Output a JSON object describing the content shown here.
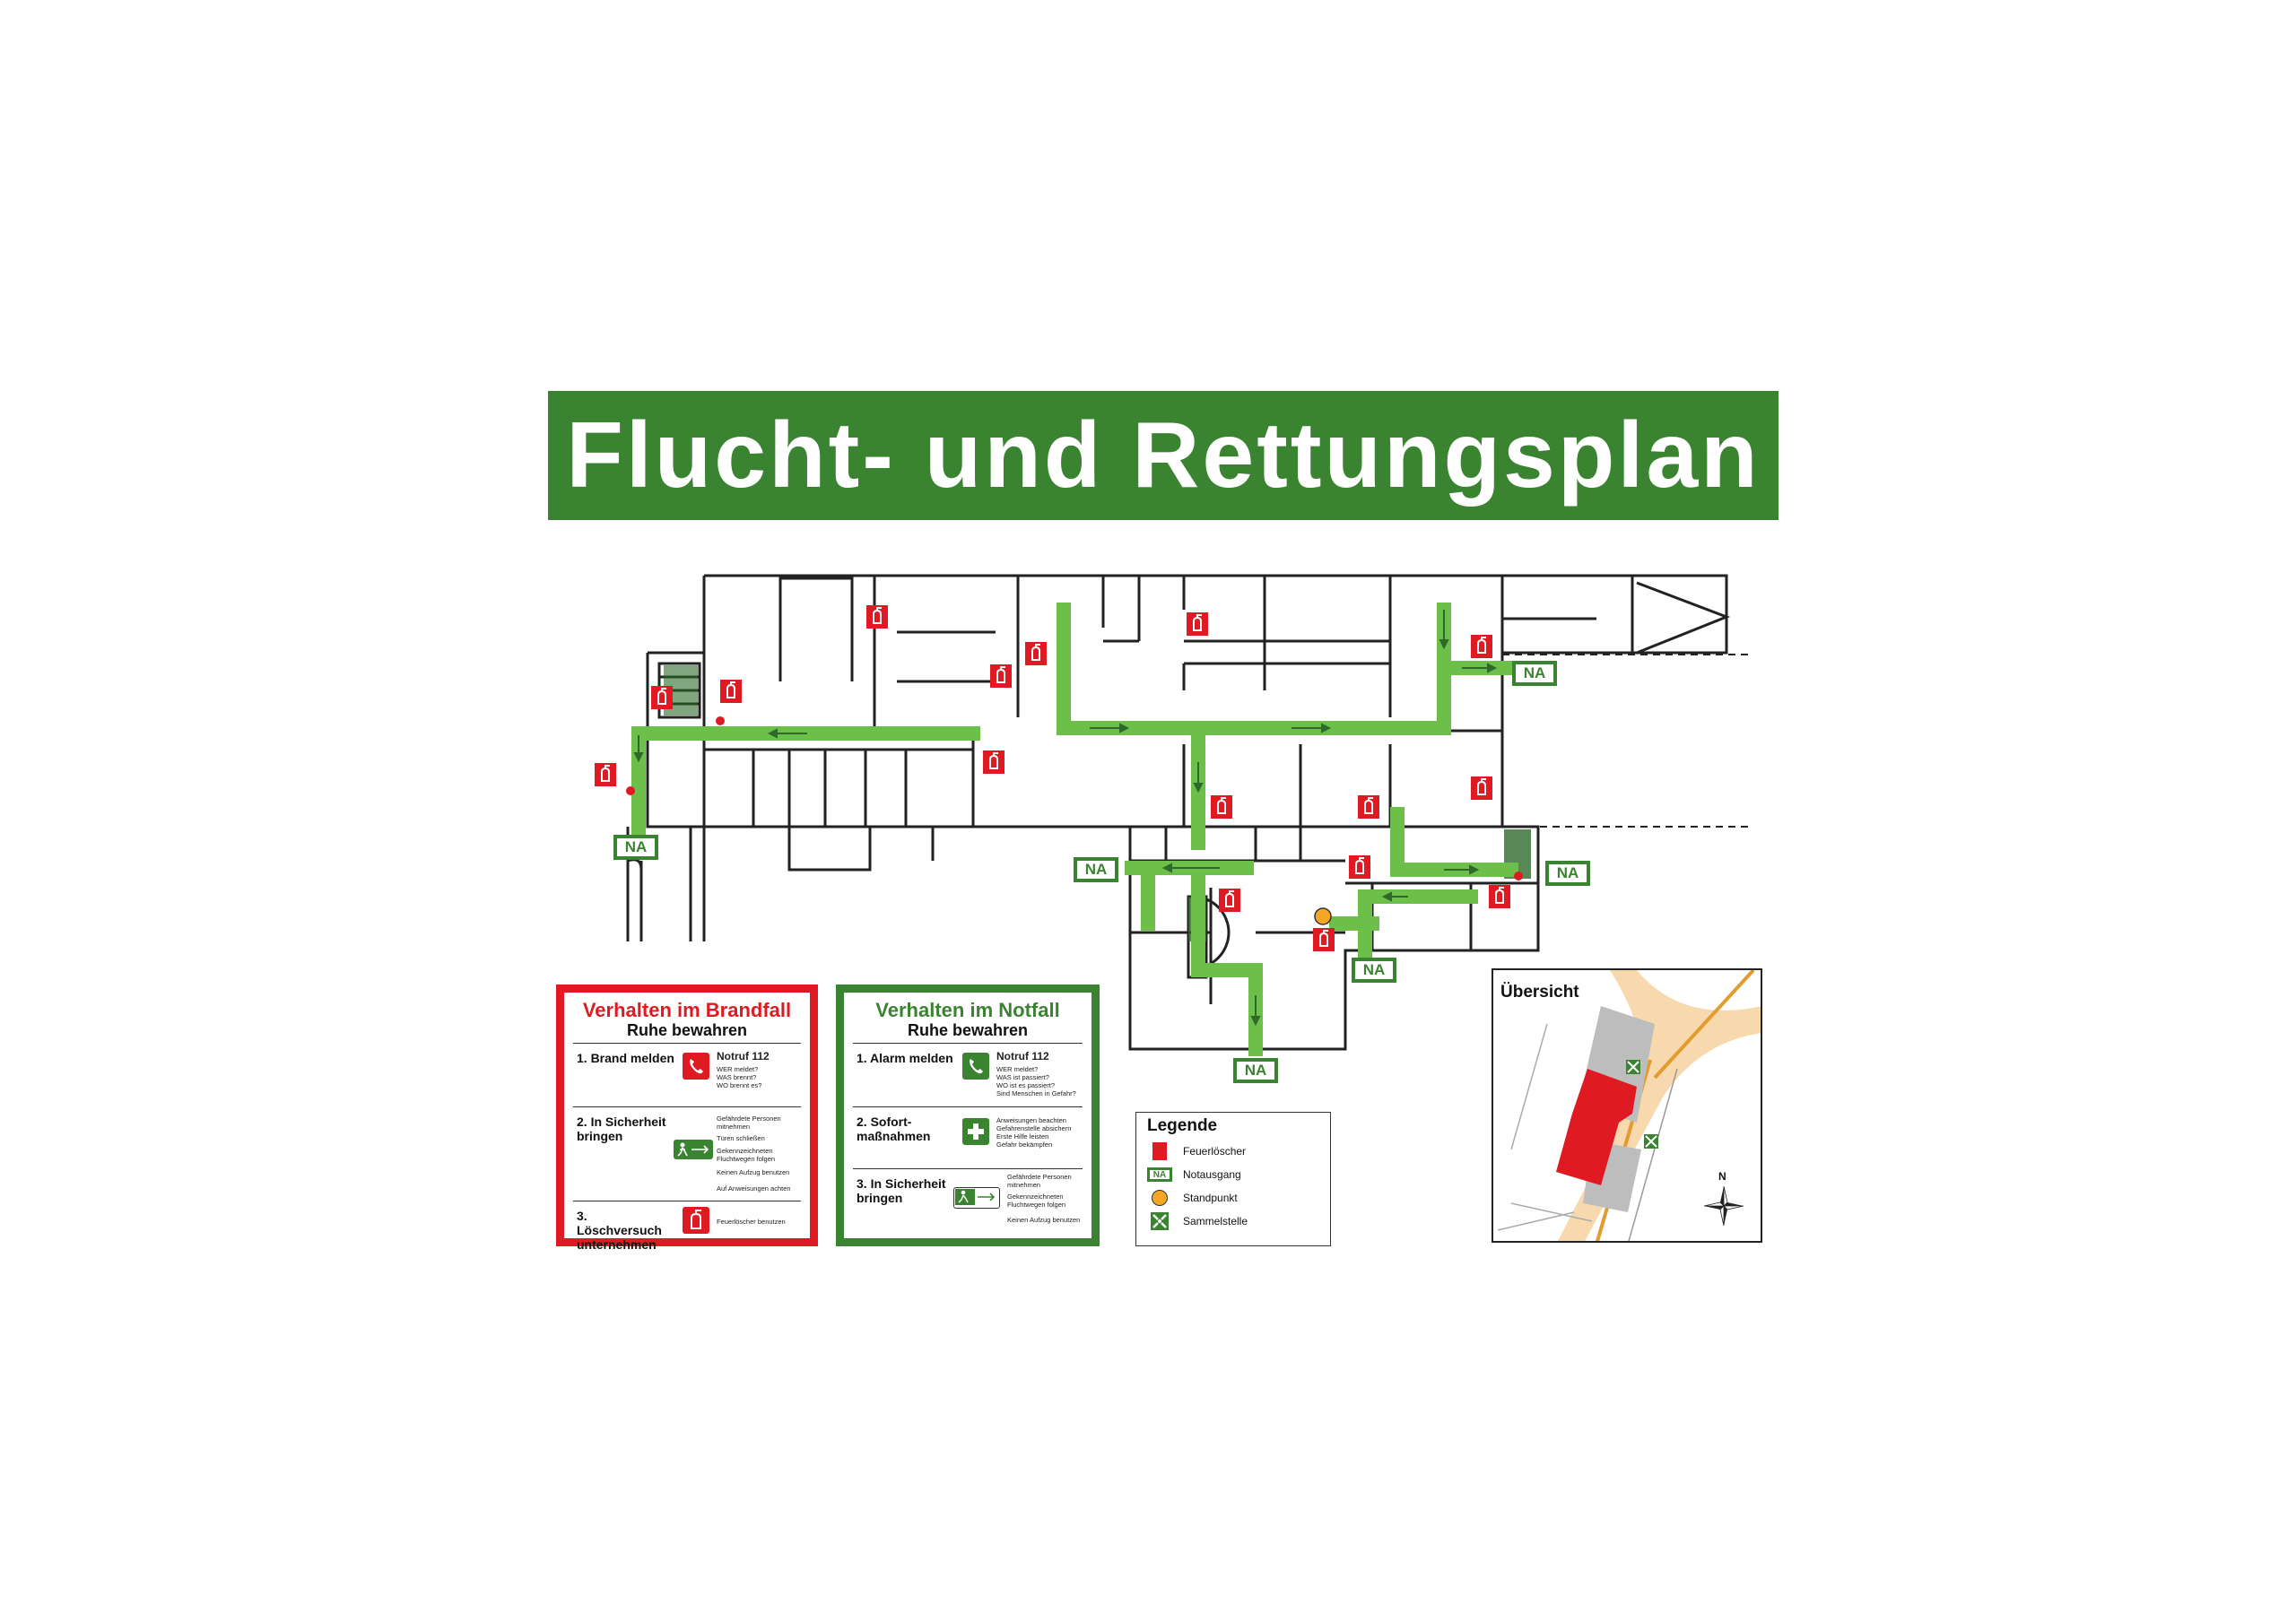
{
  "title": "Flucht- und Rettungsplan",
  "colors": {
    "green": "#3a8330",
    "route_green": "#6cc04a",
    "red": "#e01a22",
    "standpunkt": "#f5a623"
  },
  "plan": {
    "exit_label": "NA",
    "icons": {
      "extinguisher": "fire-extinguisher-icon",
      "exit": "emergency-exit-icon",
      "standpunkt": "you-are-here-icon",
      "assembly": "assembly-point-icon"
    }
  },
  "brandfall": {
    "heading": "Verhalten im Brandfall",
    "subheading": "Ruhe bewahren",
    "steps": [
      {
        "label": "1. Brand melden",
        "title": "Notruf 112",
        "lines": [
          "WER meldet?",
          "WAS brennt?",
          "WO brennt es?"
        ]
      },
      {
        "label": "2. In Sicherheit bringen",
        "lines": [
          "Gefährdete Personen mitnehmen",
          "Türen schließen",
          "Gekennzeichneten Fluchtwegen folgen",
          "Keinen Aufzug benutzen",
          "Auf Anweisungen achten"
        ]
      },
      {
        "label": "3. Löschversuch unternehmen",
        "lines": [
          "Feuerlöscher benutzen"
        ]
      }
    ]
  },
  "notfall": {
    "heading": "Verhalten im Notfall",
    "subheading": "Ruhe bewahren",
    "steps": [
      {
        "label": "1. Alarm melden",
        "title": "Notruf 112",
        "lines": [
          "WER meldet?",
          "WAS ist passiert?",
          "WO ist es passiert?",
          "Sind Menschen in Gefahr?"
        ]
      },
      {
        "label": "2. Sofort-maßnahmen",
        "lines": [
          "Anweisungen beachten",
          "Gefahrenstelle absichern",
          "Erste Hilfe leisten",
          "Gefahr bekämpfen"
        ]
      },
      {
        "label": "3. In Sicherheit bringen",
        "lines": [
          "Gefährdete Personen mitnehmen",
          "Gekennzeichneten Fluchtwegen folgen",
          "Keinen Aufzug benutzen"
        ]
      }
    ]
  },
  "legend": {
    "title": "Legende",
    "items": [
      {
        "symbol": "fire-extinguisher-icon",
        "label": "Feuerlöscher"
      },
      {
        "symbol": "NA",
        "label": "Notausgang"
      },
      {
        "symbol": "you-are-here-icon",
        "label": "Standpunkt"
      },
      {
        "symbol": "assembly-point-icon",
        "label": "Sammelstelle"
      }
    ]
  },
  "overview": {
    "title": "Übersicht",
    "compass": "N"
  }
}
